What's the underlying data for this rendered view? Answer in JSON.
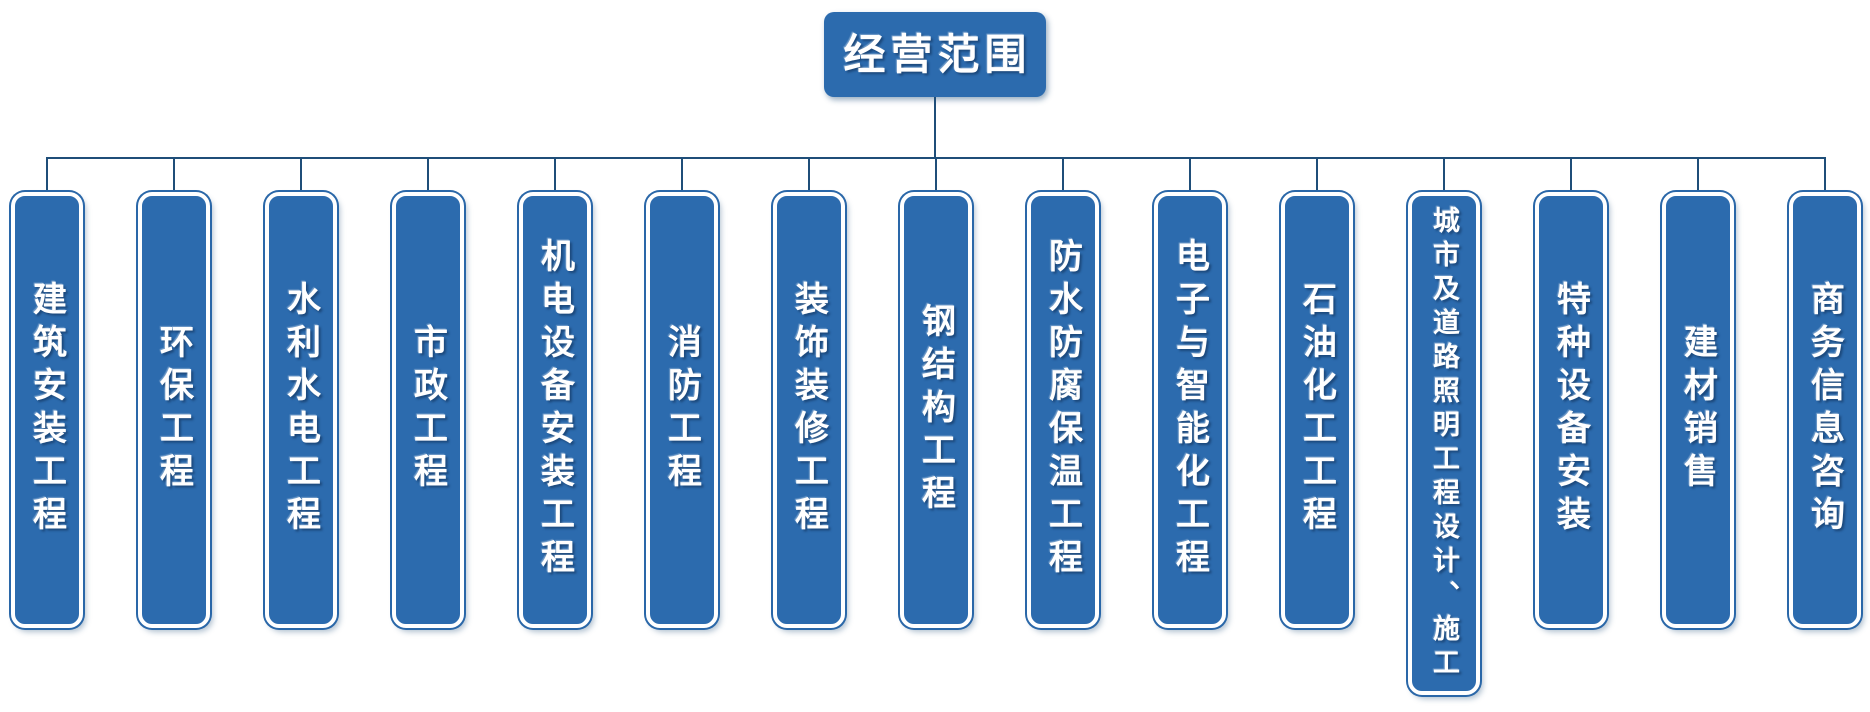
{
  "chart": {
    "root_label": "经营范围",
    "branches": [
      {
        "label": "建筑安装工程"
      },
      {
        "label": "环保工程"
      },
      {
        "label": "水利水电工程"
      },
      {
        "label": "市政工程"
      },
      {
        "label": "机电设备安装工程"
      },
      {
        "label": "消防工程"
      },
      {
        "label": "装饰装修工程"
      },
      {
        "label": "钢结构工程"
      },
      {
        "label": "防水防腐保温工程"
      },
      {
        "label": "电子与智能化工程"
      },
      {
        "label": "石油化工工程"
      },
      {
        "label": "城市及道路照明工程设计、施工"
      },
      {
        "label": "特种设备安装"
      },
      {
        "label": "建材销售"
      },
      {
        "label": "商务信息咨询"
      }
    ],
    "colors": {
      "node_fill": "#2c6bae",
      "node_ring": "#2a67a8",
      "connector": "#1f4e79",
      "text": "#ffffff",
      "page_bg": "#ffffff"
    }
  }
}
